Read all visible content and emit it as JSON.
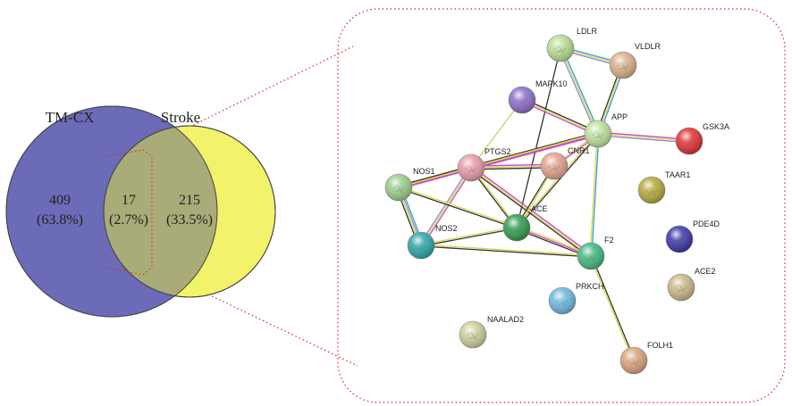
{
  "venn": {
    "left_title": "TM-CX",
    "right_title": "Stroke",
    "left_count": "409",
    "left_pct": "(63.8%)",
    "overlap_count": "17",
    "overlap_pct": "(2.7%)",
    "right_count": "215",
    "right_pct": "(33.5%)",
    "colors": {
      "left": "#6b6bb8",
      "right": "#f2f26b",
      "overlap": "#a9ab78"
    }
  },
  "network": {
    "nodes": [
      {
        "id": "LDLR",
        "label": "LDLR",
        "color": "#b8dc94"
      },
      {
        "id": "VLDLR",
        "label": "VLDLR",
        "color": "#d9b08c"
      },
      {
        "id": "MAPK10",
        "label": "MAPK10",
        "color": "#8c6cc8"
      },
      {
        "id": "APP",
        "label": "APP",
        "color": "#bfe29c"
      },
      {
        "id": "GSK3A",
        "label": "GSK3A",
        "color": "#e03030"
      },
      {
        "id": "PTGS2",
        "label": "PTGS2",
        "color": "#e89aa6"
      },
      {
        "id": "CNR1",
        "label": "CNR1",
        "color": "#e6a28e"
      },
      {
        "id": "NOS1",
        "label": "NOS1",
        "color": "#98d088"
      },
      {
        "id": "TAAR1",
        "label": "TAAR1",
        "color": "#b3a83a"
      },
      {
        "id": "ACE",
        "label": "ACE",
        "color": "#2f9a4c"
      },
      {
        "id": "NOS2",
        "label": "NOS2",
        "color": "#2aa6a8"
      },
      {
        "id": "PDE4D",
        "label": "PDE4D",
        "color": "#3a36a8"
      },
      {
        "id": "F2",
        "label": "F2",
        "color": "#40b87e"
      },
      {
        "id": "ACE2",
        "label": "ACE2",
        "color": "#ccb888"
      },
      {
        "id": "PRKCH",
        "label": "PRKCH",
        "color": "#6cb8e0"
      },
      {
        "id": "NAALAD2",
        "label": "NAALAD2",
        "color": "#ccd098"
      },
      {
        "id": "FOLH1",
        "label": "FOLH1",
        "color": "#dca07c"
      }
    ],
    "edges": [
      {
        "source": "LDLR",
        "target": "VLDLR",
        "colors": [
          "#3a9ad6",
          "#d8d84a",
          "#8e8ec8"
        ]
      },
      {
        "source": "LDLR",
        "target": "APP",
        "colors": [
          "#3a9ad6",
          "#d8d84a",
          "#8e8ec8"
        ]
      },
      {
        "source": "LDLR",
        "target": "ACE",
        "colors": [
          "#333333"
        ]
      },
      {
        "source": "VLDLR",
        "target": "APP",
        "colors": [
          "#3a9ad6",
          "#d8d84a",
          "#333333"
        ]
      },
      {
        "source": "MAPK10",
        "target": "APP",
        "colors": [
          "#333333",
          "#d8d84a",
          "#cc44cc"
        ]
      },
      {
        "source": "MAPK10",
        "target": "PTGS2",
        "colors": [
          "#b8d86a"
        ]
      },
      {
        "source": "APP",
        "target": "GSK3A",
        "colors": [
          "#cc44cc",
          "#d8d84a",
          "#8e8ec8"
        ]
      },
      {
        "source": "APP",
        "target": "PTGS2",
        "colors": [
          "#cc44cc",
          "#d8d84a",
          "#333333"
        ]
      },
      {
        "source": "APP",
        "target": "CNR1",
        "colors": [
          "#cc44cc",
          "#d8d84a"
        ]
      },
      {
        "source": "APP",
        "target": "ACE",
        "colors": [
          "#333333",
          "#d8d84a"
        ]
      },
      {
        "source": "APP",
        "target": "F2",
        "colors": [
          "#3a9ad6",
          "#d8d84a"
        ]
      },
      {
        "source": "APP",
        "target": "NOS1",
        "colors": [
          "#cc44cc",
          "#d8d84a"
        ]
      },
      {
        "source": "PTGS2",
        "target": "CNR1",
        "colors": [
          "#cc44cc",
          "#d8d84a",
          "#333333"
        ]
      },
      {
        "source": "PTGS2",
        "target": "NOS1",
        "colors": [
          "#cc44cc",
          "#d8d84a",
          "#333333"
        ]
      },
      {
        "source": "PTGS2",
        "target": "NOS2",
        "colors": [
          "#cc44cc",
          "#d8d84a",
          "#8e8ec8"
        ]
      },
      {
        "source": "PTGS2",
        "target": "ACE",
        "colors": [
          "#d8d84a",
          "#333333"
        ]
      },
      {
        "source": "PTGS2",
        "target": "F2",
        "colors": [
          "#cc44cc",
          "#d8d84a",
          "#333333"
        ]
      },
      {
        "source": "CNR1",
        "target": "ACE",
        "colors": [
          "#d8d84a",
          "#333333"
        ]
      },
      {
        "source": "NOS1",
        "target": "NOS2",
        "colors": [
          "#3a9ad6",
          "#8e8ec8",
          "#d8d84a",
          "#333333"
        ]
      },
      {
        "source": "NOS1",
        "target": "ACE",
        "colors": [
          "#d8d84a",
          "#333333"
        ]
      },
      {
        "source": "NOS2",
        "target": "ACE",
        "colors": [
          "#d8d84a",
          "#333333"
        ]
      },
      {
        "source": "NOS2",
        "target": "F2",
        "colors": [
          "#d8d84a",
          "#333333"
        ]
      },
      {
        "source": "ACE",
        "target": "F2",
        "colors": [
          "#d8d84a",
          "#cc44cc",
          "#333333"
        ]
      },
      {
        "source": "F2",
        "target": "FOLH1",
        "colors": [
          "#333333",
          "#d8d84a"
        ]
      }
    ]
  }
}
